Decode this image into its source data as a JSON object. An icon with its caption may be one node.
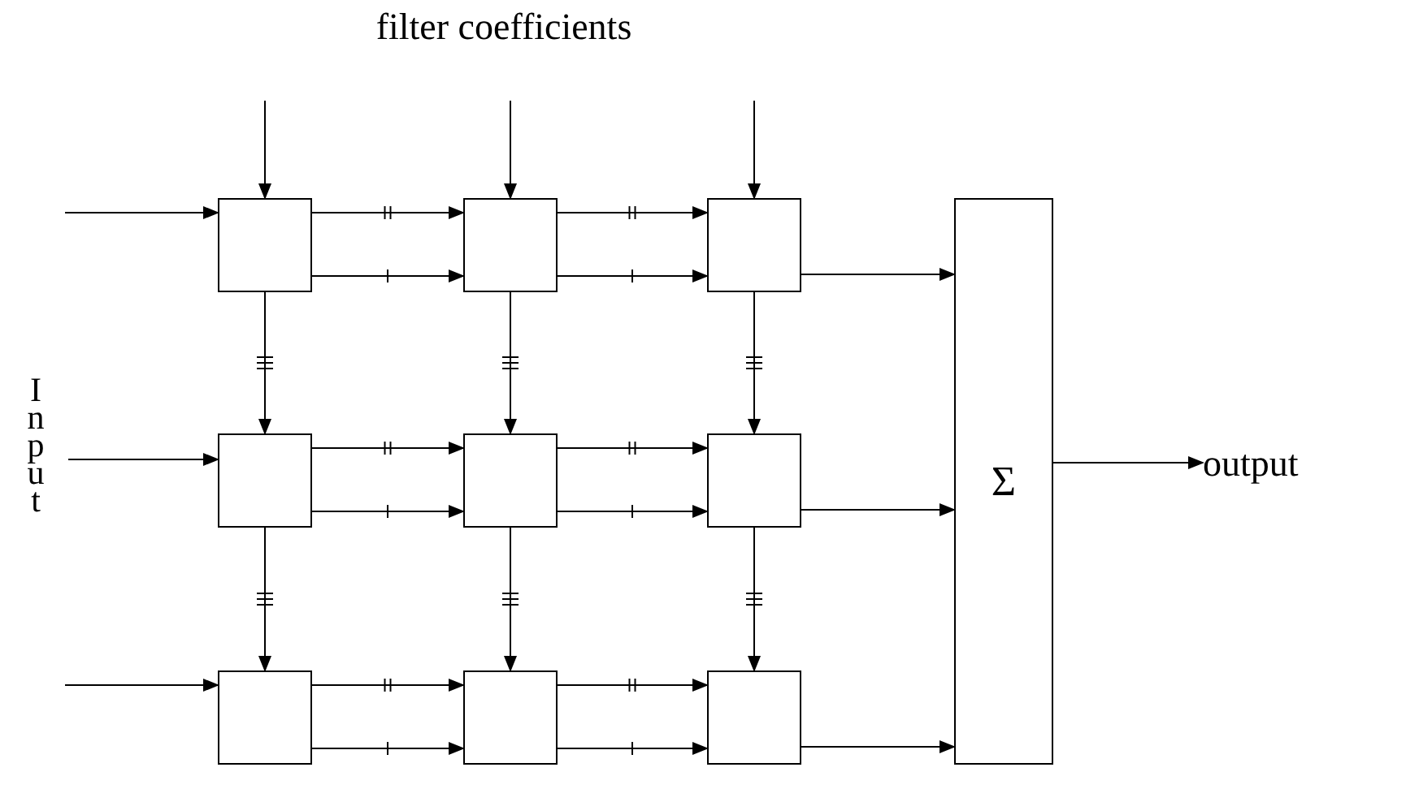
{
  "diagram": {
    "nodes": [
      {
        "text": [],
        "shape": "box"
      },
      {
        "text": [],
        "shape": "box"
      },
      {
        "text": [],
        "shape": "box"
      },
      {
        "text": [],
        "shape": "box"
      },
      {
        "text": [],
        "shape": "box"
      },
      {
        "text": [],
        "shape": "box"
      },
      {
        "text": [],
        "shape": "box"
      },
      {
        "text": [],
        "shape": "box"
      },
      {
        "text": [],
        "shape": "box"
      },
      {
        "text": [
          "Σ"
        ]
      },
      {
        "text": [
          "output"
        ]
      }
    ],
    "edges": [
      {
        "from": null,
        "to": 0,
        "arrow": "to"
      },
      {
        "from": null,
        "to": 1,
        "arrow": "to"
      },
      {
        "from": null,
        "to": 2,
        "arrow": "to"
      },
      {
        "from": null,
        "to": 0,
        "arrow": "to"
      },
      {
        "from": null,
        "to": 3,
        "arrow": "to"
      },
      {
        "from": null,
        "to": 6,
        "arrow": "to"
      },
      {
        "from": 0,
        "to": 1,
        "arrow": "to"
      },
      {
        "from": 0,
        "to": 1,
        "arrow": "to"
      },
      {
        "from": 1,
        "to": 2,
        "arrow": "to"
      },
      {
        "from": 1,
        "to": 2,
        "arrow": "to"
      },
      {
        "from": 3,
        "to": 4,
        "arrow": "to"
      },
      {
        "from": 3,
        "to": 4,
        "arrow": "to"
      },
      {
        "from": 4,
        "to": 5,
        "arrow": "to"
      },
      {
        "from": 4,
        "to": 5,
        "arrow": "to"
      },
      {
        "from": 6,
        "to": 7,
        "arrow": "to"
      },
      {
        "from": 6,
        "to": 7,
        "arrow": "to"
      },
      {
        "from": 7,
        "to": 8,
        "arrow": "to"
      },
      {
        "from": 7,
        "to": 8,
        "arrow": "to"
      },
      {
        "from": 0,
        "to": 3,
        "arrow": "to"
      },
      {
        "from": 1,
        "to": 4,
        "arrow": "to"
      },
      {
        "from": 2,
        "to": 5,
        "arrow": "to"
      },
      {
        "from": 3,
        "to": 6,
        "arrow": "to"
      },
      {
        "from": 4,
        "to": 7,
        "arrow": "to"
      },
      {
        "from": 5,
        "to": 8,
        "arrow": "to"
      },
      {
        "from": 2,
        "to": 9,
        "arrow": "to"
      },
      {
        "from": 5,
        "to": 9,
        "arrow": "to"
      },
      {
        "from": 8,
        "to": 9,
        "arrow": "to"
      },
      {
        "from": 9,
        "to": 10,
        "arrow": "to"
      }
    ],
    "labels": [
      "filter coefficients",
      "Input"
    ]
  }
}
